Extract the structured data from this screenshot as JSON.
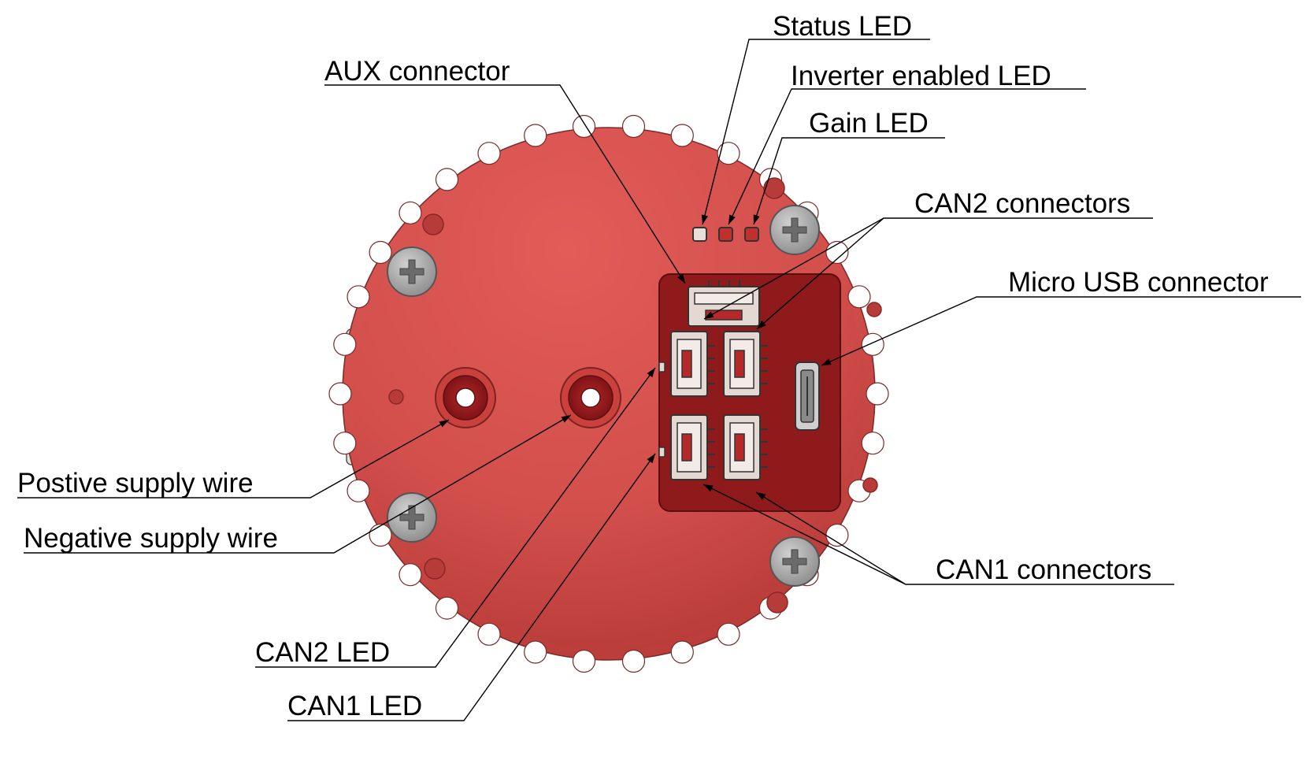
{
  "diagram": {
    "labels": {
      "status_led": "Status LED",
      "inverter_led": "Inverter enabled LED",
      "gain_led": "Gain LED",
      "aux_connector": "AUX connector",
      "can2_connectors": "CAN2 connectors",
      "micro_usb": "Micro USB connector",
      "positive_wire": "Postive supply wire",
      "negative_wire": "Negative supply wire",
      "can1_connectors": "CAN1 connectors",
      "can2_led": "CAN2 LED",
      "can1_led": "CAN1 LED"
    },
    "colors": {
      "board": "#d85552",
      "board_dark": "#b93a38",
      "pad": "#8e1a1c",
      "screw": "#a8a8a8",
      "connector": "#e4d8d2",
      "leader": "#000000"
    }
  }
}
